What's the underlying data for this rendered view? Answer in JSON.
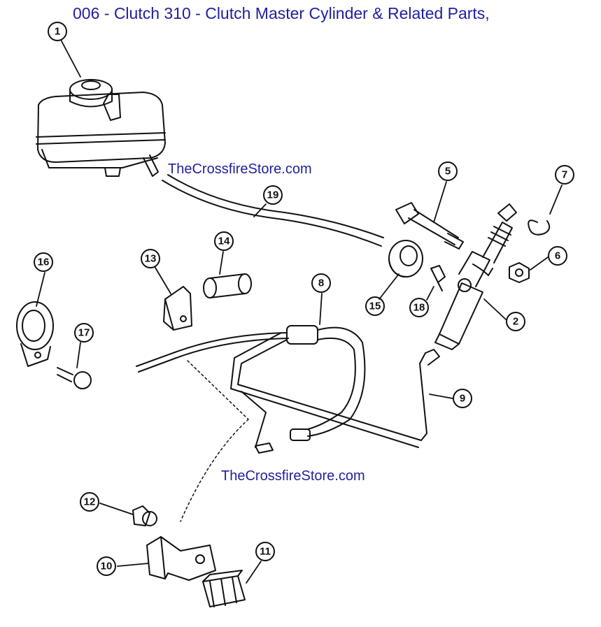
{
  "title": "006 - Clutch 310 - Clutch Master Cylinder & Related Parts,",
  "watermarks": [
    "TheCrossfireStore.com",
    "TheCrossfireStore.com"
  ],
  "callouts": [
    "1",
    "2",
    "5",
    "6",
    "7",
    "8",
    "9",
    "10",
    "11",
    "12",
    "13",
    "14",
    "15",
    "16",
    "17",
    "18",
    "19"
  ],
  "colors": {
    "title": "#1f1f9e",
    "line": "#111111"
  }
}
